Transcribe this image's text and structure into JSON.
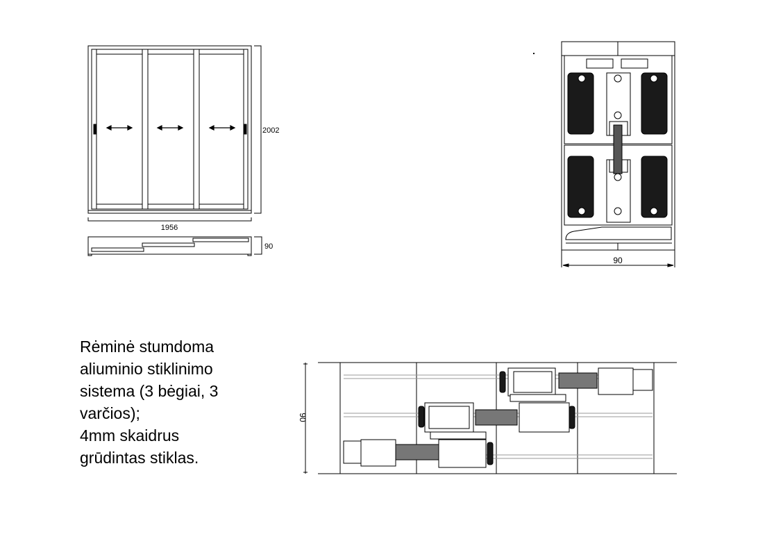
{
  "elevation": {
    "width_label": "1956",
    "height_label": "2002",
    "depth_label": "90"
  },
  "section": {
    "width_label": "90"
  },
  "plan": {
    "depth_label": "90"
  },
  "description": {
    "lines": [
      "Rėminė stumdoma",
      "aliuminio stiklinimo",
      "sistema (3 bėgiai, 3",
      "varčios);",
      "4mm skaidrus",
      "grūdintas stiklas."
    ]
  },
  "colors": {
    "line": "#000000",
    "fill_dark": "#1a1a1a",
    "dim_text": "#000000"
  }
}
